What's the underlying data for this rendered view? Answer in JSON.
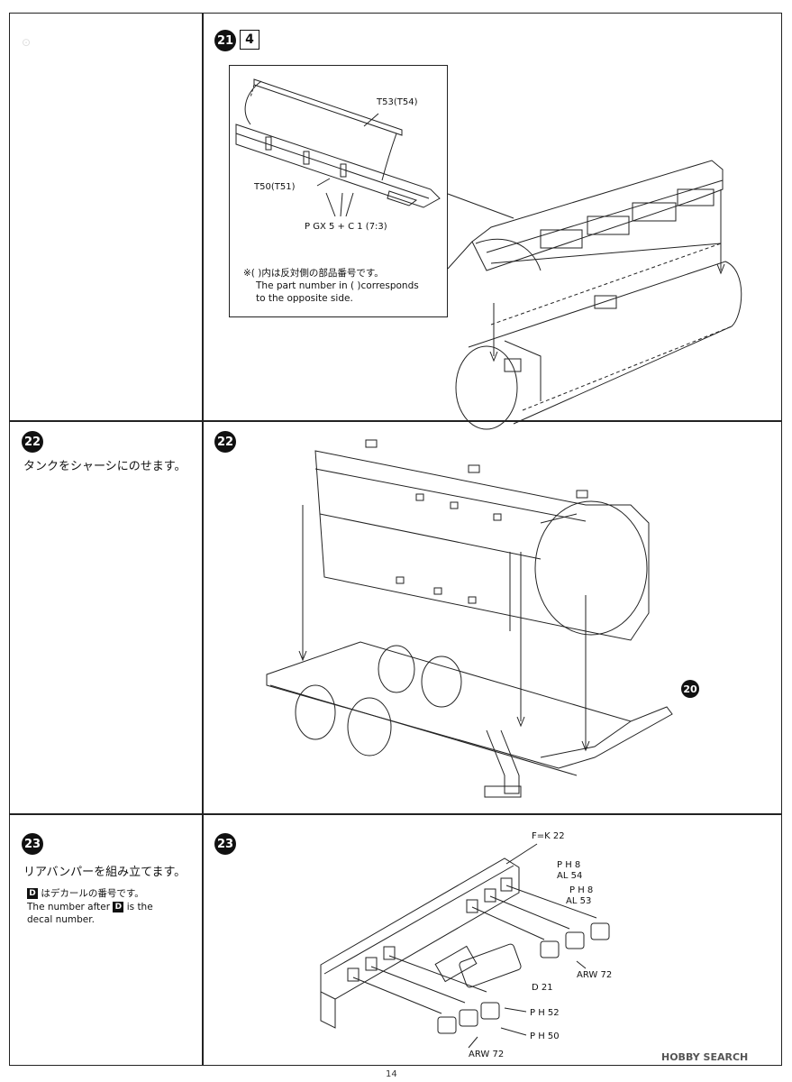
{
  "step21": {
    "num": "21",
    "box": "4",
    "labels": {
      "t53": "T53(T54)",
      "t50": "T50(T51)",
      "pgx": "P GX 5 + C 1 (7:3)"
    },
    "note_jp": "※( )内は反対側の部品番号です。",
    "note_en1": "The part number in ( )corresponds",
    "note_en2": "to the opposite side."
  },
  "step22": {
    "num": "22",
    "instr": "タンクをシャーシにのせます。",
    "ref": "20"
  },
  "step23": {
    "num": "23",
    "instr": "リアバンパーを組み立てます。",
    "note_jp": "はデカールの番号です。",
    "note_en1": "The number after",
    "note_en2": "is the",
    "note_en3": "decal number.",
    "dletter": "D",
    "labels": {
      "fk": "F=K 22",
      "ph8a": "P H 8",
      "al54": "AL 54",
      "ph8b": "P H 8",
      "al53": "AL 53",
      "arw1": "ARW 72",
      "d21": "D 21",
      "ph52": "P H 52",
      "ph50": "P H 50",
      "arw2": "ARW 72"
    }
  },
  "page_number": "14",
  "watermark": "HOBBY SEARCH"
}
